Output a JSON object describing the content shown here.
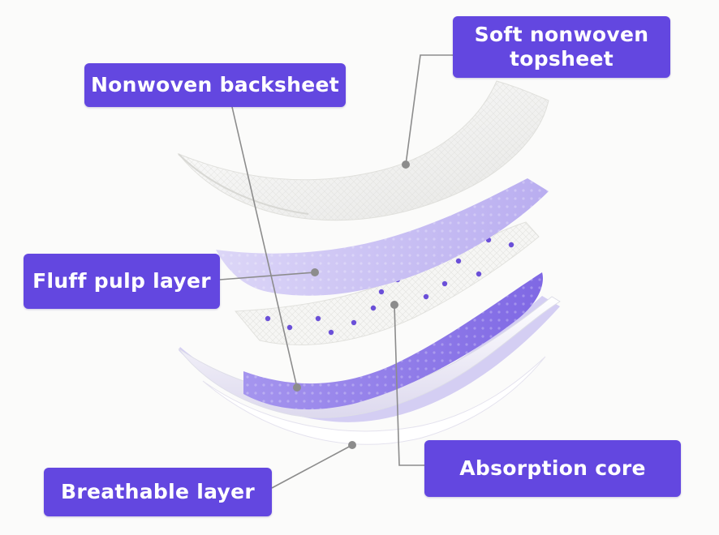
{
  "labels": {
    "soft_nonwoven_topsheet": "Soft nonwoven\ntopsheet",
    "nonwoven_backsheet": "Nonwoven backsheet",
    "fluff_pulp_layer": "Fluff pulp layer",
    "absorption_core": "Absorption core",
    "breathable_layer": "Breathable layer"
  },
  "colors": {
    "label_background": "#6347e0",
    "label_text": "#ffffff",
    "leader_line": "#8c8c8c",
    "white_layer": "#f4f4f2",
    "lavender_layer": "#c9c1f1",
    "purple_layer": "#8f7ae8",
    "dot_color": "#6a4fd8"
  }
}
